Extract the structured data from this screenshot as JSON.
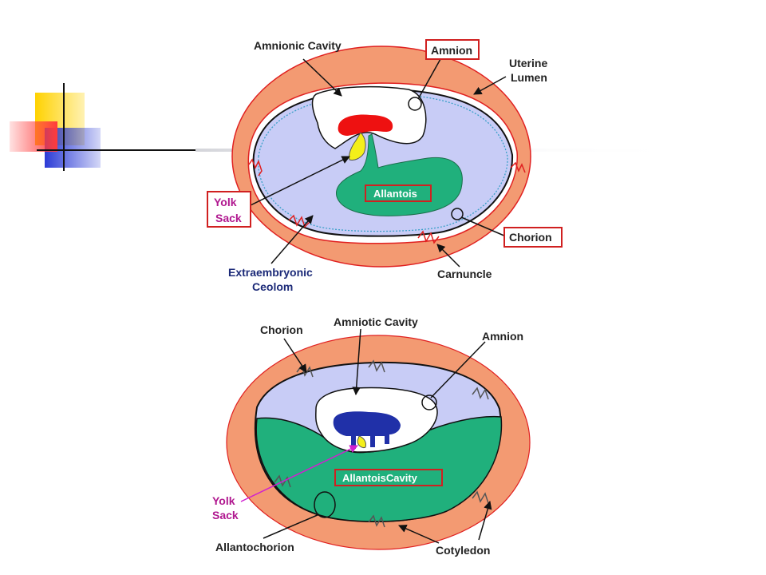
{
  "top_diagram": {
    "labels": {
      "amnionic_cavity": "Amnionic Cavity",
      "amnion": "Amnion",
      "uterine_lumen_1": "Uterine",
      "uterine_lumen_2": "Lumen",
      "yolk_sack_1": "Yolk",
      "yolk_sack_2": "Sack",
      "allantois": "Allantois",
      "chorion": "Chorion",
      "extraembryonic_1": "Extraembryonic",
      "extraembryonic_2": "Ceolom",
      "carnuncle": "Carnuncle"
    }
  },
  "bottom_diagram": {
    "labels": {
      "chorion": "Chorion",
      "amniotic_cavity": "Amniotic Cavity",
      "amnion": "Amnion",
      "allantois_cavity": "AllantoisCavity",
      "yolk_sack_1": "Yolk",
      "yolk_sack_2": "Sack",
      "allantochorion": "Allantochorion",
      "cotyledon": "Cotyledon"
    }
  },
  "colors": {
    "uterus": "#f39a72",
    "uterus_edge": "#e02020",
    "coelom": "#c8ccf6",
    "amniotic": "#ffffff",
    "allantois": "#20b07c",
    "embryo_top": "#ee1111",
    "embryo_bottom": "#2030a8",
    "yolk": "#f4ef1a",
    "label_box": "#d02020",
    "yolk_pink": "#b0178f",
    "deco_yellow": "#ffd200",
    "deco_red": "#ff3b3b",
    "deco_blue": "#2b3bd6"
  }
}
